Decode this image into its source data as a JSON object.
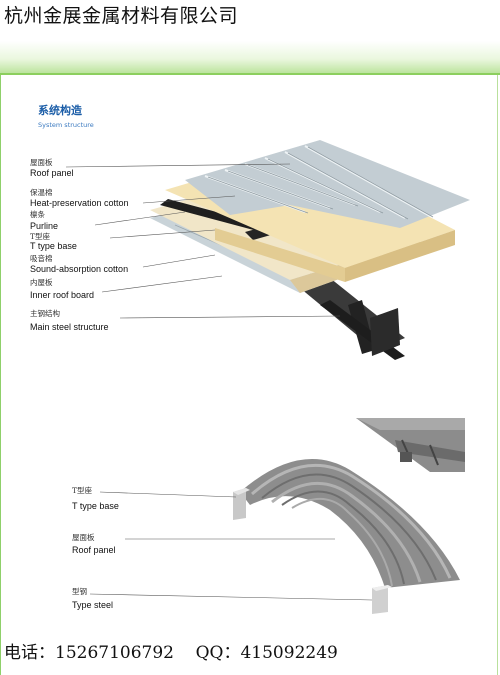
{
  "header": {
    "company": "杭州金展金属材料有限公司"
  },
  "section": {
    "title_cn": "系统构造",
    "title_en": "System structure"
  },
  "diagram1": {
    "labels": [
      {
        "cn": "屋面板",
        "en": "Roof panel"
      },
      {
        "cn": "保温棉",
        "en": "Heat-preservation cotton"
      },
      {
        "cn": "檩条",
        "en": "Purline"
      },
      {
        "cn": "T型座",
        "en": "T type base"
      },
      {
        "cn": "吸音棉",
        "en": "Sound-absorption cotton"
      },
      {
        "cn": "内屋板",
        "en": "Inner roof board"
      },
      {
        "cn": "主钢结构",
        "en": "Main steel structure"
      }
    ]
  },
  "diagram2": {
    "labels": [
      {
        "cn": "T型座",
        "en": "T type base"
      },
      {
        "cn": "屋面板",
        "en": "Roof panel"
      },
      {
        "cn": "型钢",
        "en": "Type steel"
      }
    ]
  },
  "footer": {
    "phone_label": "电话：",
    "phone": "15267106792",
    "qq_label": "QQ：",
    "qq": "415092249"
  }
}
